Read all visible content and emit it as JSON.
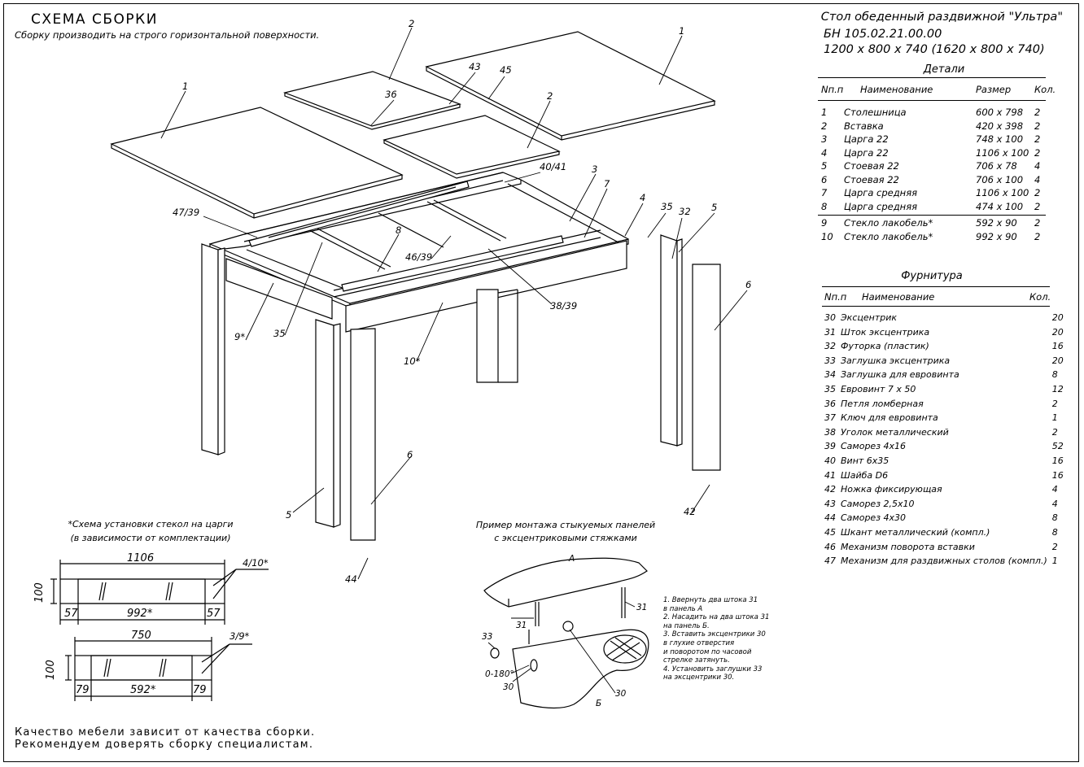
{
  "header": {
    "title": "СХЕМА СБОРКИ",
    "subtitle": "Сборку производить на строго горизонтальной поверхности."
  },
  "product": {
    "name": "Стол обеденный раздвижной \"Ультра\"",
    "code": "БН 105.02.21.00.00",
    "dimensions": "1200 х 800 х 740 (1620 х 800 х 740)"
  },
  "parts": {
    "title": "Детали",
    "col_num": "Nп.п",
    "col_name": "Наименование",
    "col_size": "Размер",
    "col_qty": "Кол.",
    "rows": [
      {
        "num": "1",
        "name": "Столешница",
        "size": "600 х 798",
        "qty": "2"
      },
      {
        "num": "2",
        "name": "Вставка",
        "size": "420 х 398",
        "qty": "2"
      },
      {
        "num": "3",
        "name": "Царга 22",
        "size": "748 х 100",
        "qty": "2"
      },
      {
        "num": "4",
        "name": "Царга 22",
        "size": "1106 х 100",
        "qty": "2"
      },
      {
        "num": "5",
        "name": "Стоевая 22",
        "size": "706 х 78",
        "qty": "4"
      },
      {
        "num": "6",
        "name": "Стоевая 22",
        "size": "706 х 100",
        "qty": "4"
      },
      {
        "num": "7",
        "name": "Царга средняя",
        "size": "1106 х 100",
        "qty": "2"
      },
      {
        "num": "8",
        "name": "Царга средняя",
        "size": "474 х 100",
        "qty": "2"
      }
    ],
    "glass_rows": [
      {
        "num": "9",
        "name": "Стекло лакобель*",
        "size": "592 х 90",
        "qty": "2"
      },
      {
        "num": "10",
        "name": "Стекло лакобель*",
        "size": "992 х 90",
        "qty": "2"
      }
    ]
  },
  "hardware": {
    "title": "Фурнитура",
    "col_num": "Nп.п",
    "col_name": "Наименование",
    "col_qty": "Кол.",
    "rows": [
      {
        "num": "30",
        "name": "Эксцентрик",
        "qty": "20"
      },
      {
        "num": "31",
        "name": "Шток эксцентрика",
        "qty": "20"
      },
      {
        "num": "32",
        "name": "Футорка (пластик)",
        "qty": "16"
      },
      {
        "num": "33",
        "name": "Заглушка эксцентрика",
        "qty": "20"
      },
      {
        "num": "34",
        "name": "Заглушка для евровинта",
        "qty": "8"
      },
      {
        "num": "35",
        "name": "Евровинт 7 х 50",
        "qty": "12"
      },
      {
        "num": "36",
        "name": "Петля ломберная",
        "qty": "2"
      },
      {
        "num": "37",
        "name": "Ключ для евровинта",
        "qty": "1"
      },
      {
        "num": "38",
        "name": "Уголок металлический",
        "qty": "2"
      },
      {
        "num": "39",
        "name": "Саморез 4х16",
        "qty": "52"
      },
      {
        "num": "40",
        "name": "Винт 6х35",
        "qty": "16"
      },
      {
        "num": "41",
        "name": "Шайба D6",
        "qty": "16"
      },
      {
        "num": "42",
        "name": "Ножка фиксирующая",
        "qty": "4"
      },
      {
        "num": "43",
        "name": "Саморез 2,5х10",
        "qty": "4"
      },
      {
        "num": "44",
        "name": "Саморез 4х30",
        "qty": "8"
      },
      {
        "num": "45",
        "name": "Шкант металлический (компл.)",
        "qty": "8"
      },
      {
        "num": "46",
        "name": "Механизм поворота вставки",
        "qty": "2"
      },
      {
        "num": "47",
        "name": "Механизм для раздвижных столов (компл.)",
        "qty": "1"
      }
    ]
  },
  "glass_scheme": {
    "title_line1": "*Схема установки стекол на царги",
    "title_line2": "(в зависимости от комплектации)",
    "top": {
      "overall": "1106",
      "height": "100",
      "left": "57",
      "middle": "992*",
      "right": "57",
      "callout": "4/10*"
    },
    "bottom": {
      "overall": "750",
      "height": "100",
      "left": "79",
      "middle": "592*",
      "right": "79",
      "callout": "3/9*"
    }
  },
  "example": {
    "title_line1": "Пример монтажа стыкуемых панелей",
    "title_line2": "с эксцентриковыми стяжками",
    "panel_a": "А",
    "panel_b": "Б",
    "angle": "0-180°",
    "steps": "1. Ввернуть два штока 31\nв панель А\n2. Насадить на два штока 31\nна панель Б.\n3. Вставить эксцентрики 30\nв глухие отверстия\nи повоpотом по часовой\nстрелке затянуть.\n4. Установить заглушки 33\nна эксцентрики 30.",
    "callouts": {
      "c31a": "31",
      "c31b": "31",
      "c33": "33",
      "c30a": "30",
      "c30b": "30"
    }
  },
  "callouts": {
    "c1a": "1",
    "c1b": "1",
    "c2a": "2",
    "c2b": "2",
    "c3": "3",
    "c4": "4",
    "c5a": "5",
    "c5b": "5",
    "c6a": "6",
    "c6b": "6",
    "c7": "7",
    "c8": "8",
    "c9": "9*",
    "c10": "10*",
    "c35a": "35",
    "c35b": "35",
    "c32": "32",
    "c36": "36",
    "c43": "43",
    "c45": "45",
    "c4041": "40/41",
    "c4739": "47/39",
    "c4639": "46/39",
    "c3839": "38/39",
    "c42": "42",
    "c44": "44"
  },
  "footer": {
    "line1": "Качество мебели зависит от качества сборки.",
    "line2": "Рекомендуем доверять сборку специалистам."
  }
}
